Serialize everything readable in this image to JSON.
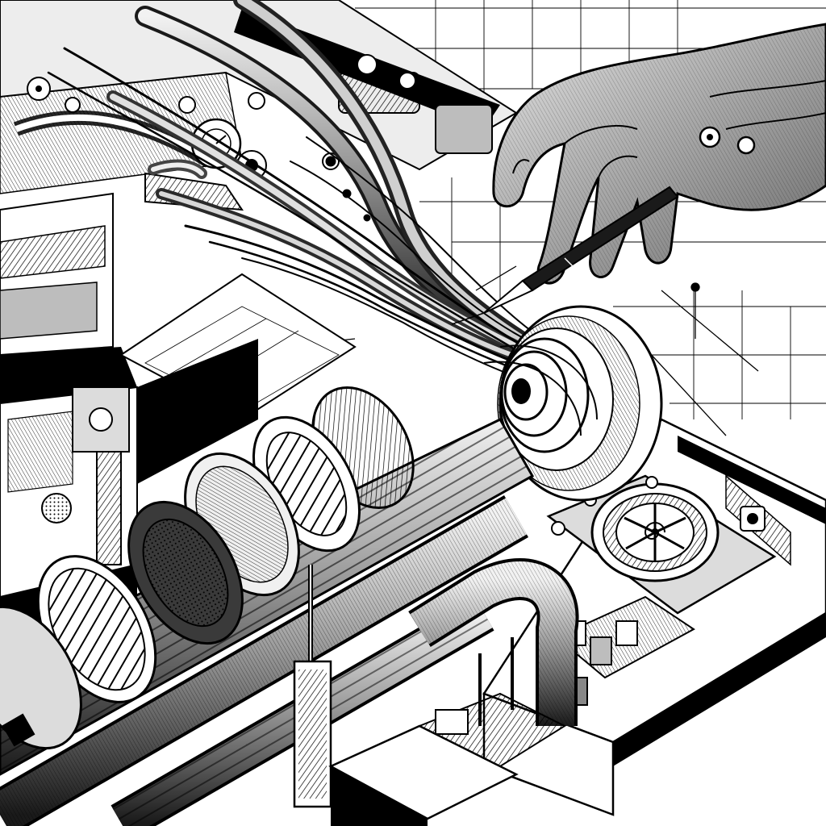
{
  "image": {
    "style": "black-and-white pen-and-ink technical illustration",
    "palette": {
      "paper": "#ffffff",
      "ink": "#000000",
      "mid_grey": "#7a7a7a",
      "light_grey": "#c8c8c8",
      "dark_grey": "#3a3a3a"
    },
    "subjects": [
      "drafting-hand-icon",
      "pen-icon",
      "biomechanical-tendrils",
      "vortex-coupling",
      "horizontal-pipe-conduit",
      "turbine-fan-housing",
      "u-bend-pipe",
      "isometric-blueprint-grid",
      "machinery-compartments",
      "dimension-lines"
    ]
  }
}
